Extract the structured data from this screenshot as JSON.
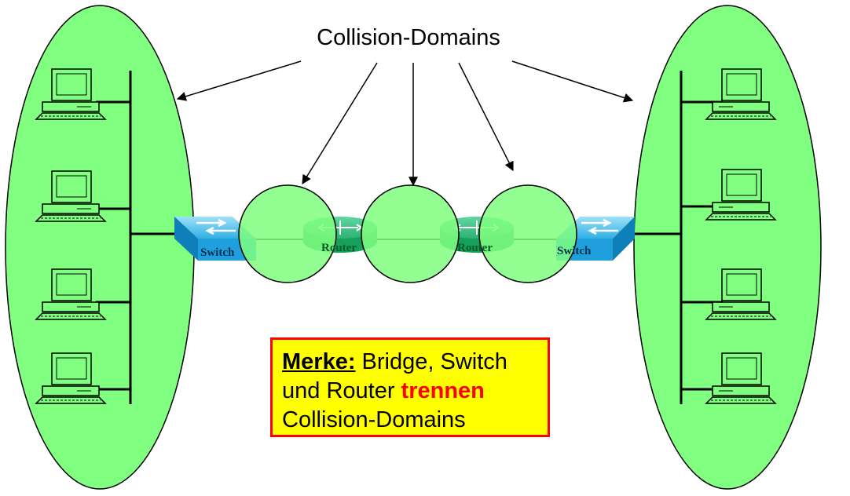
{
  "title": "Collision-Domains",
  "devices": {
    "switch_left": "Switch",
    "router_left": "Router",
    "router_right": "Router",
    "switch_right": "Switch"
  },
  "note": {
    "label": "Merke:",
    "text_part1": " Bridge, Switch",
    "text_part2": "und Router ",
    "highlight": "trennen",
    "text_part3": "Collision-Domains"
  },
  "colors": {
    "domain_fill": "#80ff80",
    "note_background": "#ffff00",
    "note_border": "#ff0000",
    "highlight": "#ff0000",
    "device_blue": "#1fa0dc",
    "router_green": "#17a05a"
  }
}
